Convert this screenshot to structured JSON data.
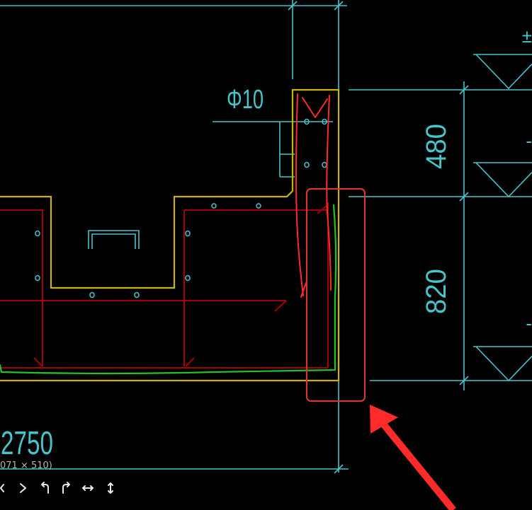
{
  "drawing": {
    "bar_spec_label": "Φ10",
    "dim_upper": "480",
    "dim_lower": "820",
    "dim_width": "2750",
    "elevation_marks": [
      "±",
      "-",
      "-"
    ]
  },
  "viewer": {
    "image_size_caption": "071 × 510)",
    "toolbar": [
      {
        "icon": "previous-icon"
      },
      {
        "icon": "next-icon"
      },
      {
        "icon": "rotate-left-icon"
      },
      {
        "icon": "rotate-right-icon"
      },
      {
        "icon": "flip-horizontal-icon"
      },
      {
        "icon": "flip-vertical-icon"
      }
    ]
  },
  "colors": {
    "background": "#000000",
    "cad_cyan": "#45c4cc",
    "outline_yellow": "#c9b400",
    "rebar_dark_red": "#a40000",
    "markup_red": "#ff2a2a",
    "markup_green": "#22c32a",
    "annotation_red": "#d23a30"
  }
}
